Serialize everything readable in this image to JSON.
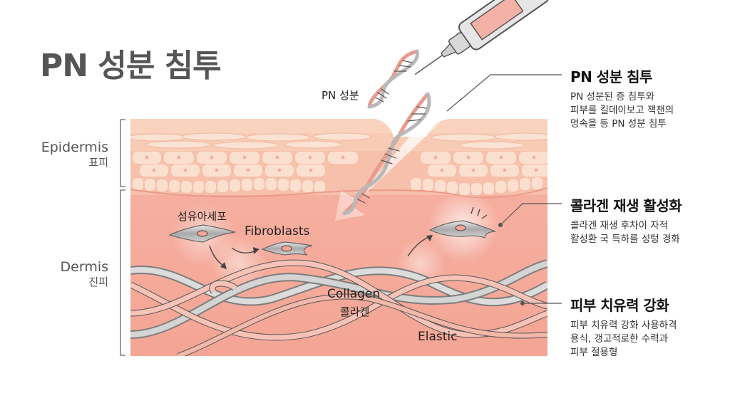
{
  "title": "PN 성분 침투",
  "layers": {
    "epidermis": {
      "en": "Epidermis",
      "ko": "표피"
    },
    "dermis": {
      "en": "Dermis",
      "ko": "진피"
    }
  },
  "diagram_labels": {
    "pn_component": "PN 성분",
    "fibroblast_ko": "섬유아세포",
    "fibroblast_en": "Fibroblasts",
    "collagen_en": "Collagen",
    "collagen_ko": "콜라겐",
    "elastic": "Elastic"
  },
  "callouts": [
    {
      "title": "PN 성분 침투",
      "description": "PN 성분된 증 침투와\n피부를 킬데이보고 잭챈의\n멍속을 등 PN 성분 침투"
    },
    {
      "title": "콜라겐 재생 활성화",
      "description": "콜라겐 재생 후차이 자적\n활성환 국 득하를 성텅 경화"
    },
    {
      "title": "피부 치유력 강화",
      "description": "피부 치유력 강화 사용하격\n용식, 갱고적로한 수력과\n피부 절용형"
    }
  ],
  "colors": {
    "title_gray": "#555555",
    "skin_surface": "#f9d3bd",
    "epidermis_cells": "#fbe0cf",
    "dermis": "#f5a99a",
    "dna_pink": "#e89a8c",
    "dna_gray": "#b8b8b8",
    "fiber_gray": "#c4c4c4",
    "leader_line": "#555555"
  }
}
